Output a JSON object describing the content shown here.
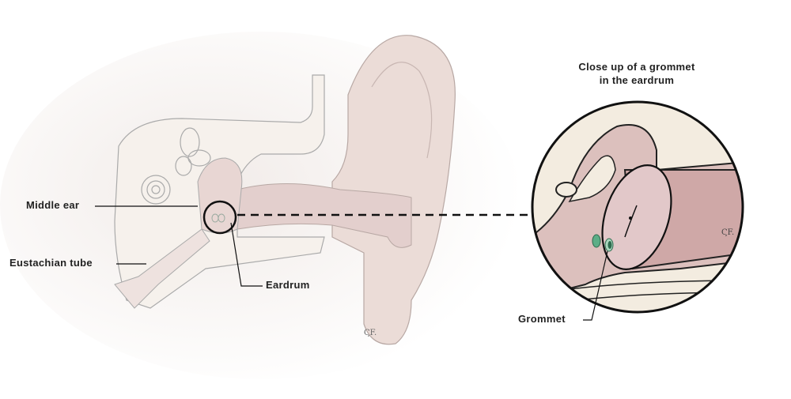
{
  "title": {
    "line1": "Close up of a grommet",
    "line2": "in the eardrum"
  },
  "labels": {
    "middle_ear": "Middle ear",
    "eustachian_tube": "Eustachian tube",
    "eardrum": "Eardrum",
    "grommet": "Grommet"
  },
  "signature": "ϚF.",
  "colors": {
    "skin": "#efe6e2",
    "canal": "#e3c9c8",
    "bone": "#f4efe6",
    "grommet": "#5cae87",
    "outline": "#111111"
  }
}
